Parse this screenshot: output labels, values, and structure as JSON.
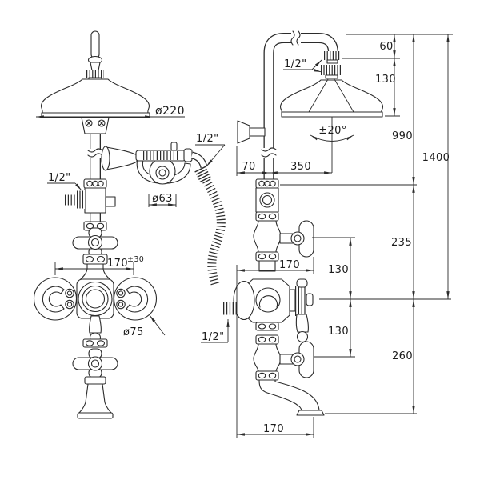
{
  "drawing": {
    "background": "#ffffff",
    "line_color": "#2b2b2b",
    "labels": {
      "head_diameter": "ø220",
      "hose_connection": "1/2\"",
      "cradle_diameter": "ø63",
      "inlet_connection": "1/2\"",
      "handle_spacing_value": "170",
      "handle_spacing_tolerance": "±30",
      "handle_diameter": "ø75",
      "head_connection": "1/2\"",
      "head_drop": "60",
      "head_depth": "130",
      "spray_angle": "±20°",
      "wall_offset": "70",
      "head_reach": "350",
      "riser_height": "990",
      "total_height": "1400",
      "port_to_center": "235",
      "center_to_upper_handle": "130",
      "center_to_lower_handle": "130",
      "center_to_spout": "260",
      "valve_width": "170",
      "spout_reach": "170",
      "spout_connection": "1/2\""
    }
  }
}
